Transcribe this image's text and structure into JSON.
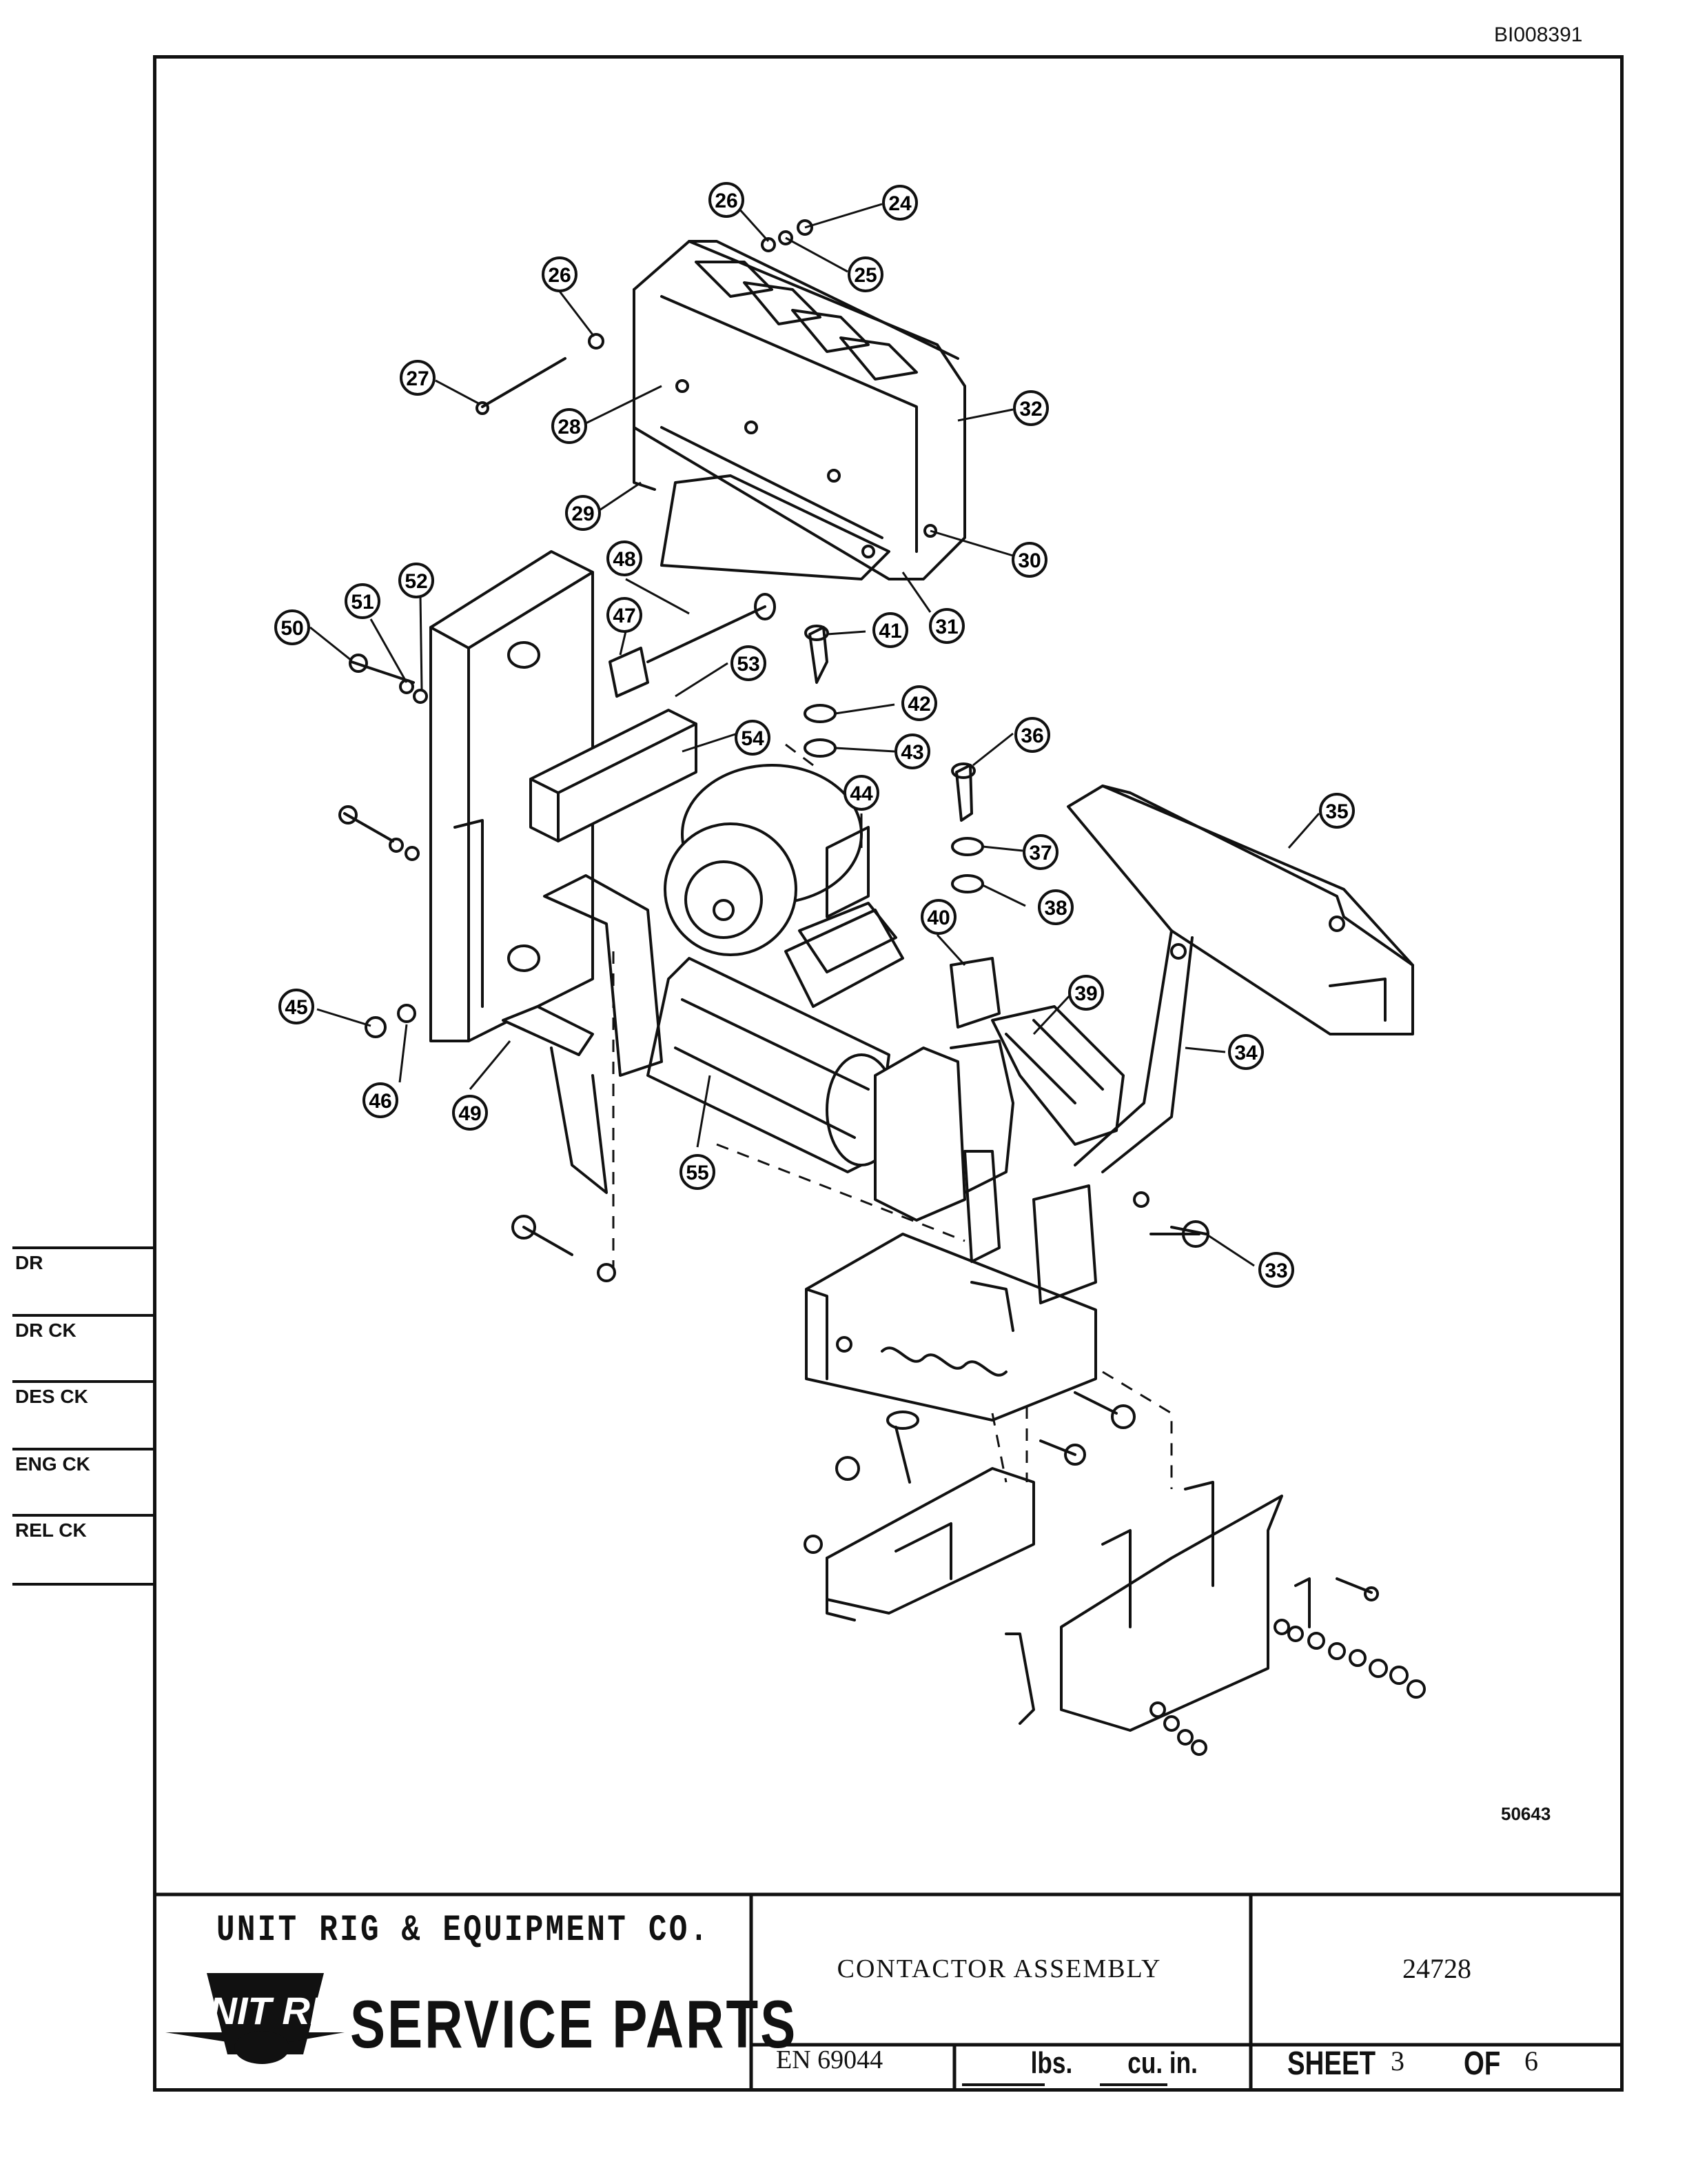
{
  "document_id": "BI008391",
  "side_labels": [
    "DR",
    "DR CK",
    "DES CK",
    "ENG CK",
    "REL CK"
  ],
  "callouts": [
    "24",
    "25",
    "26",
    "26",
    "27",
    "28",
    "29",
    "30",
    "31",
    "32",
    "33",
    "34",
    "35",
    "36",
    "37",
    "38",
    "39",
    "40",
    "41",
    "42",
    "43",
    "44",
    "45",
    "46",
    "47",
    "48",
    "49",
    "50",
    "51",
    "52",
    "53",
    "54",
    "55"
  ],
  "reference_number": "50643",
  "title_block": {
    "company": "UNIT RIG & EQUIPMENT CO.",
    "logo_text": "UNIT RIG",
    "service": "SERVICE PARTS",
    "title": "CONTACTOR ASSEMBLY",
    "part_number": "24728",
    "en": "EN 69044",
    "weight_label": "lbs.",
    "volume_label": "cu. in.",
    "sheet_label": "SHEET",
    "sheet": "3",
    "of_label": "OF",
    "total": "6"
  }
}
